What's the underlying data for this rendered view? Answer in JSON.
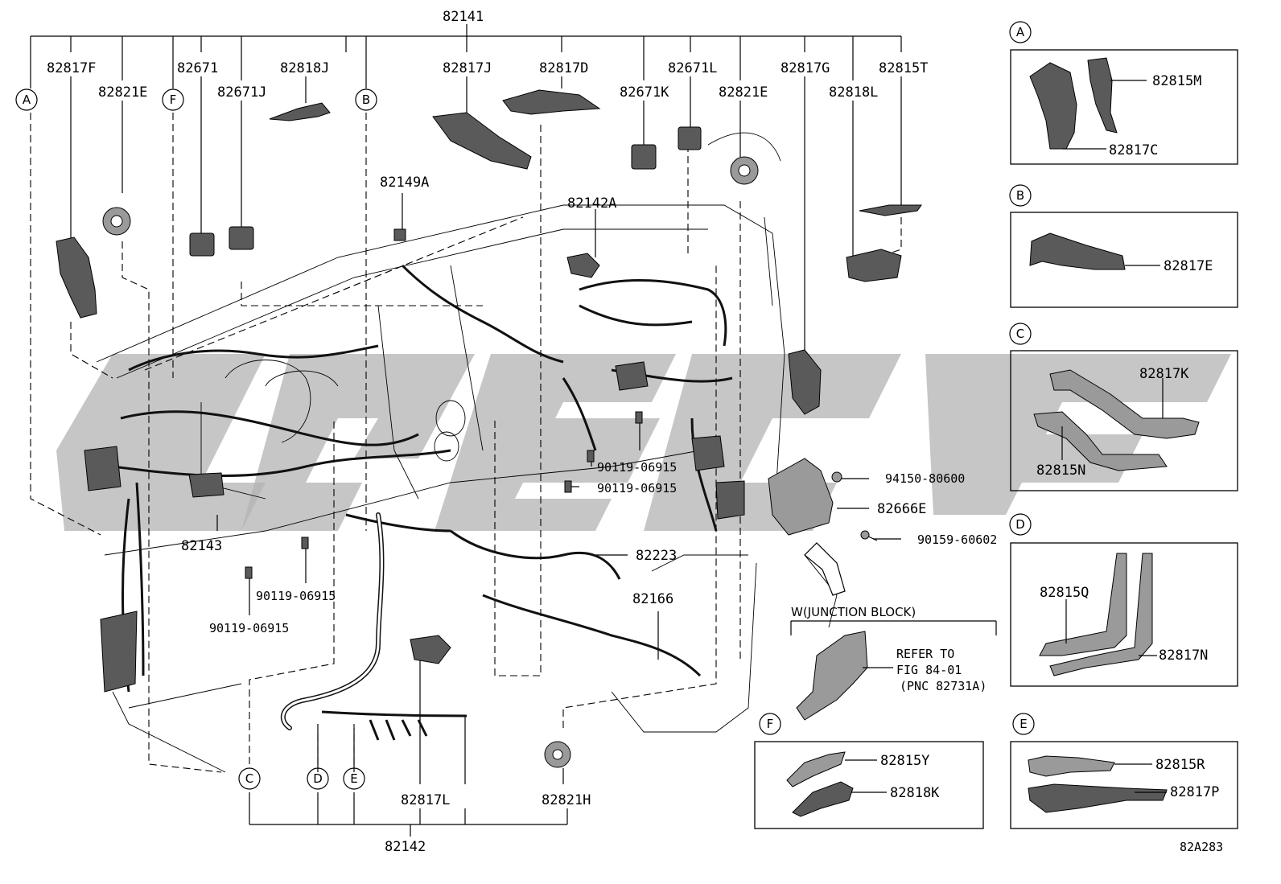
{
  "figure_code": "82A283",
  "labels": {
    "l82141": "82141",
    "l82817F": "82817F",
    "l82821E_left": "82821E",
    "l82671": "82671",
    "l82671J": "82671J",
    "l82818J": "82818J",
    "l82817J": "82817J",
    "l82817D": "82817D",
    "l82671K": "82671K",
    "l82671L": "82671L",
    "l82821E_right": "82821E",
    "l82817G": "82817G",
    "l82818L": "82818L",
    "l82815T": "82815T",
    "l82149A": "82149A",
    "l82142A": "82142A",
    "l90119_a": "90119-06915",
    "l90119_b": "90119-06915",
    "l94150": "94150-80600",
    "l82666E": "82666E",
    "l90159": "90159-60602",
    "l82143": "82143",
    "l82223": "82223",
    "l90119_c": "90119-06915",
    "l90119_d": "90119-06915",
    "l82166": "82166",
    "l82817L": "82817L",
    "l82821H": "82821H",
    "l82142": "82142",
    "l82815M": "82815M",
    "l82817C": "82817C",
    "l82817E": "82817E",
    "l82817K": "82817K",
    "l82815N": "82815N",
    "l82815Q": "82815Q",
    "l82817N": "82817N",
    "l82815R": "82815R",
    "l82817P": "82817P",
    "l82815Y": "82815Y",
    "l82818K": "82818K"
  },
  "letters": {
    "A": "A",
    "B": "B",
    "C": "C",
    "D": "D",
    "E": "E",
    "F": "F"
  },
  "junction": {
    "title": "W(JUNCTION BLOCK)",
    "refer_1": "REFER TO",
    "refer_2": "FIG 84-01",
    "refer_3": "(PNC 82731A)"
  }
}
